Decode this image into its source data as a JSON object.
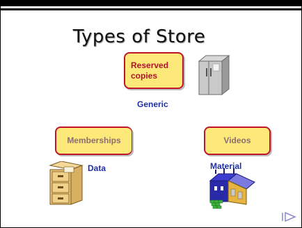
{
  "slide": {
    "title": "Types of Store",
    "boxes": {
      "reserved_line1": "Reserved",
      "reserved_line2": "copies",
      "memberships": "Memberships",
      "videos": "Videos"
    },
    "labels": {
      "generic": "Generic",
      "data": "Data",
      "material": "Material"
    }
  },
  "icons": {
    "fridge": "refrigerator-icon",
    "cabinet": "filing-cabinet-icon",
    "store": "warehouse-icon",
    "next": "next-slide-icon"
  },
  "colors": {
    "box_fill": "#fde87a",
    "box_border": "#c0142a",
    "label_blue": "#1f2fa3"
  }
}
